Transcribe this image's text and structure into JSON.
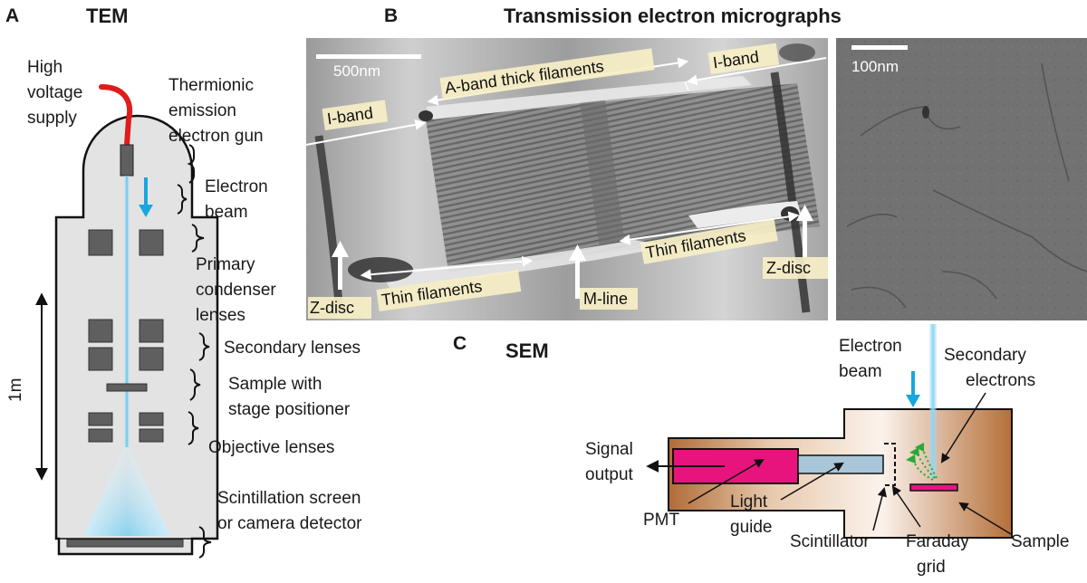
{
  "panel_a": {
    "letter": "A",
    "title": "TEM",
    "labels": {
      "high_voltage": [
        "High",
        "voltage",
        "supply"
      ],
      "gun": [
        "Thermionic",
        "emission",
        "electron gun"
      ],
      "beam": [
        "Electron",
        "beam"
      ],
      "primary": [
        "Primary",
        "condenser",
        "lenses"
      ],
      "secondary": "Secondary lenses",
      "sample": [
        "Sample with",
        "stage positioner"
      ],
      "objective": "Objective lenses",
      "screen": [
        "Scintillation screen",
        "or camera detector"
      ],
      "scale": "1m"
    }
  },
  "panel_b": {
    "letter": "B",
    "title": "Transmission electron micrographs",
    "left_scale": "500nm",
    "right_scale": "100nm",
    "annotations": {
      "a_band": "A-band thick filaments",
      "i_band_top_left": "I-band",
      "i_band_top_right": "I-band",
      "thin_right": "Thin filaments",
      "thin_left": "Thin filaments",
      "z_disc_right": "Z-disc",
      "z_disc_left": "Z-disc",
      "m_line": "M-line"
    }
  },
  "panel_c": {
    "letter": "C",
    "title": "SEM",
    "labels": {
      "beam": [
        "Electron",
        "beam"
      ],
      "secondary": [
        "Secondary",
        "electrons"
      ],
      "signal": [
        "Signal",
        "output"
      ],
      "pmt": "PMT",
      "light_guide": [
        "Light",
        "guide"
      ],
      "scintillator": "Scintillator",
      "faraday": [
        "Faraday",
        "grid"
      ],
      "sample": "Sample"
    }
  },
  "colors": {
    "column": "#e3e3e3",
    "lens": "#5f5f5f",
    "beam": "#18a7e0",
    "wire": "#e01b1b",
    "pmt": "#e8147e",
    "brown": "#b0703c",
    "light_guide": "#a9c6d9",
    "green": "#2aa836"
  }
}
